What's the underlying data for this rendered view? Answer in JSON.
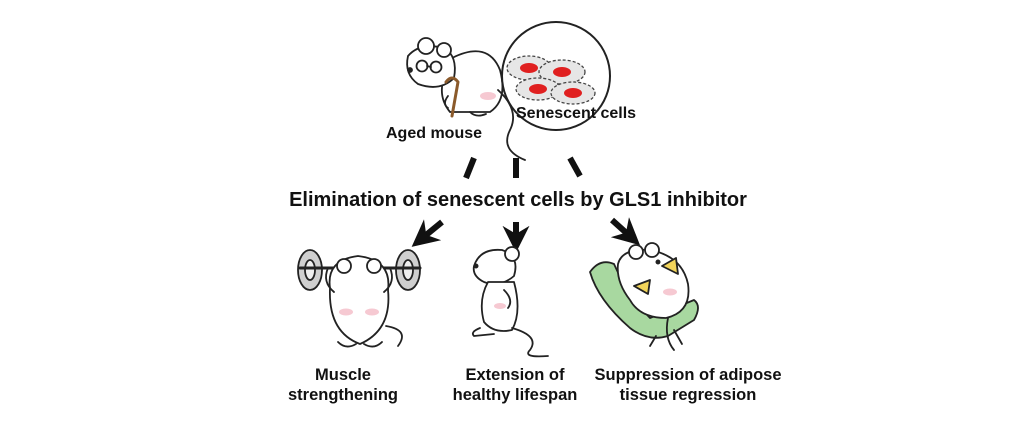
{
  "diagram": {
    "top": {
      "aged_mouse": "Aged mouse",
      "senescent_cells": "Senescent cells"
    },
    "treatment": "Elimination of senescent cells by GLS1 inhibitor",
    "outcomes": [
      {
        "line1": "Muscle",
        "line2": "strengthening"
      },
      {
        "line1": "Extension of",
        "line2": "healthy lifespan"
      },
      {
        "line1": "Suppression of adipose",
        "line2": "tissue regression"
      }
    ],
    "colors": {
      "ink": "#111111",
      "cell_fill": "#e6e6e6",
      "nucleus": "#e02020",
      "chair": "#a8d8a0",
      "cheese": "#f2d45a",
      "mouse_fill": "#ffffff",
      "blush": "#f6c9d2"
    }
  }
}
